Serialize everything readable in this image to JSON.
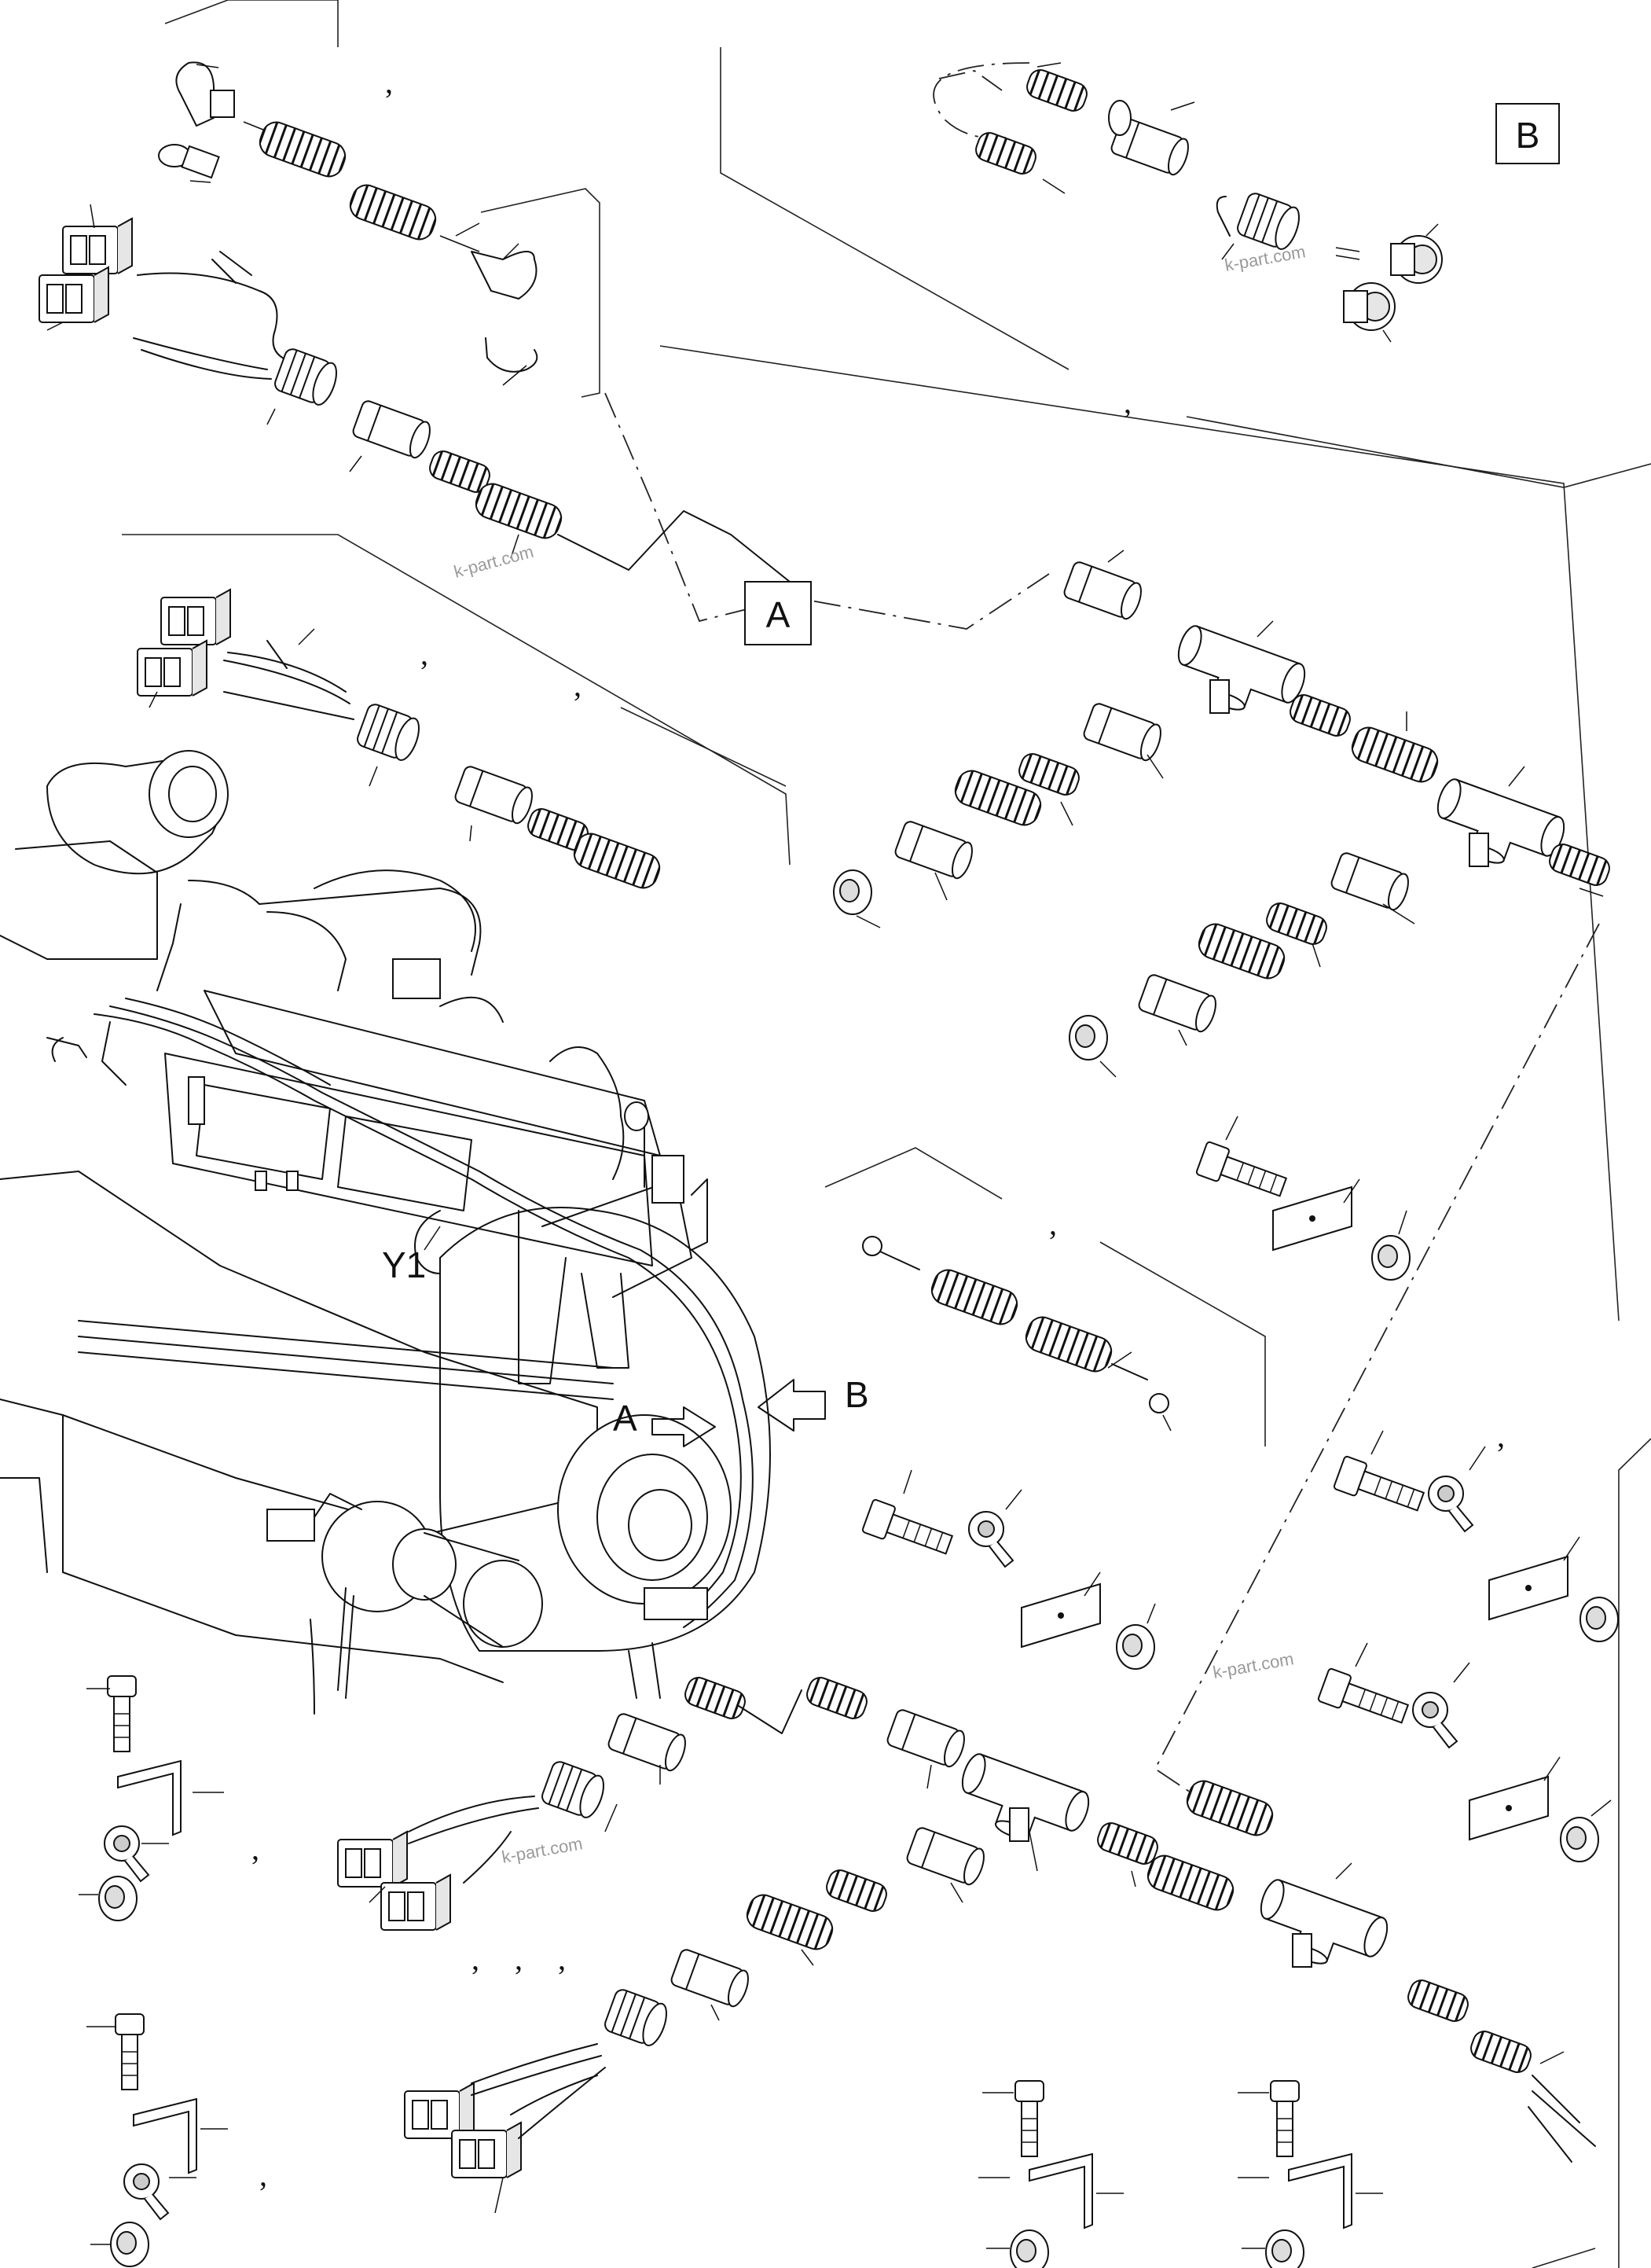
{
  "diagram": {
    "view_labels": {
      "A": "A",
      "B": "B"
    },
    "engine_labels": {
      "Y1": "Y1",
      "A": "A",
      "B": "B"
    },
    "watermark": "k-part.com",
    "separator": ","
  }
}
